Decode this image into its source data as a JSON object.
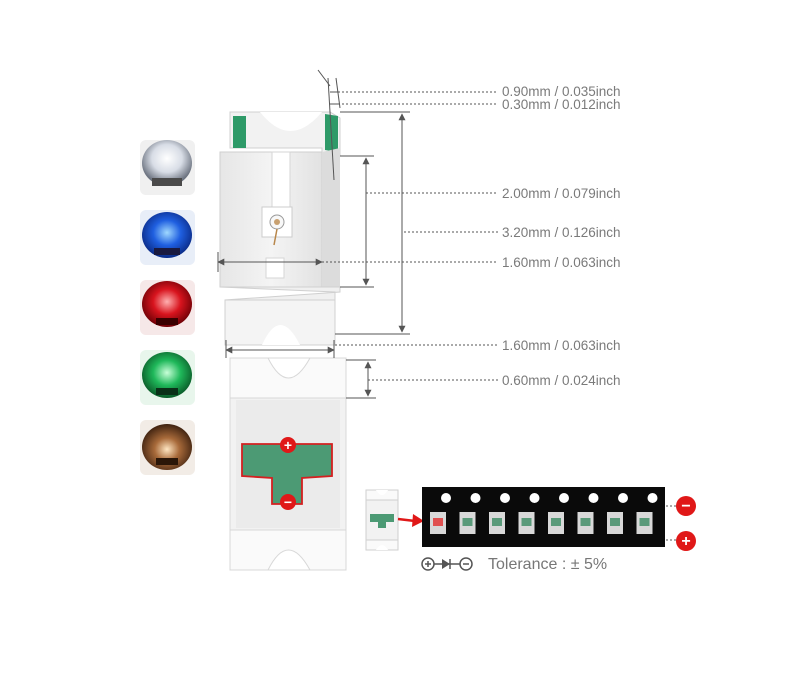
{
  "dimensions": [
    {
      "id": "lead-thickness",
      "label": "0.90mm / 0.035inch"
    },
    {
      "id": "lead-gap",
      "label": "0.30mm / 0.012inch"
    },
    {
      "id": "body-height",
      "label": "2.00mm / 0.079inch"
    },
    {
      "id": "total-length",
      "label": "3.20mm / 0.126inch"
    },
    {
      "id": "inner-width",
      "label": "1.60mm / 0.063inch"
    },
    {
      "id": "total-width",
      "label": "1.60mm / 0.063inch"
    },
    {
      "id": "pad-height",
      "label": "0.60mm / 0.024inch"
    }
  ],
  "colors": [
    {
      "name": "white",
      "glow": "#ffffff",
      "body": "#d8dde6",
      "dark": "#6c7380"
    },
    {
      "name": "blue",
      "glow": "#9fd8ff",
      "body": "#1f5fe0",
      "dark": "#0a2a86"
    },
    {
      "name": "red",
      "glow": "#ffb0b0",
      "body": "#d8141e",
      "dark": "#6e0005"
    },
    {
      "name": "green",
      "glow": "#c8ffd8",
      "body": "#1fb85a",
      "dark": "#0a5a28"
    },
    {
      "name": "warm-white",
      "glow": "#ffe6c2",
      "body": "#a86a3a",
      "dark": "#3f2210"
    }
  ],
  "polarity": {
    "positive_symbol": "+",
    "negative_symbol": "−"
  },
  "tolerance_label": "Tolerance : ± 5%",
  "accent_colors": {
    "pad_green": "#4c9a74",
    "marker_red": "#e01818",
    "dimension_line": "#555555"
  }
}
